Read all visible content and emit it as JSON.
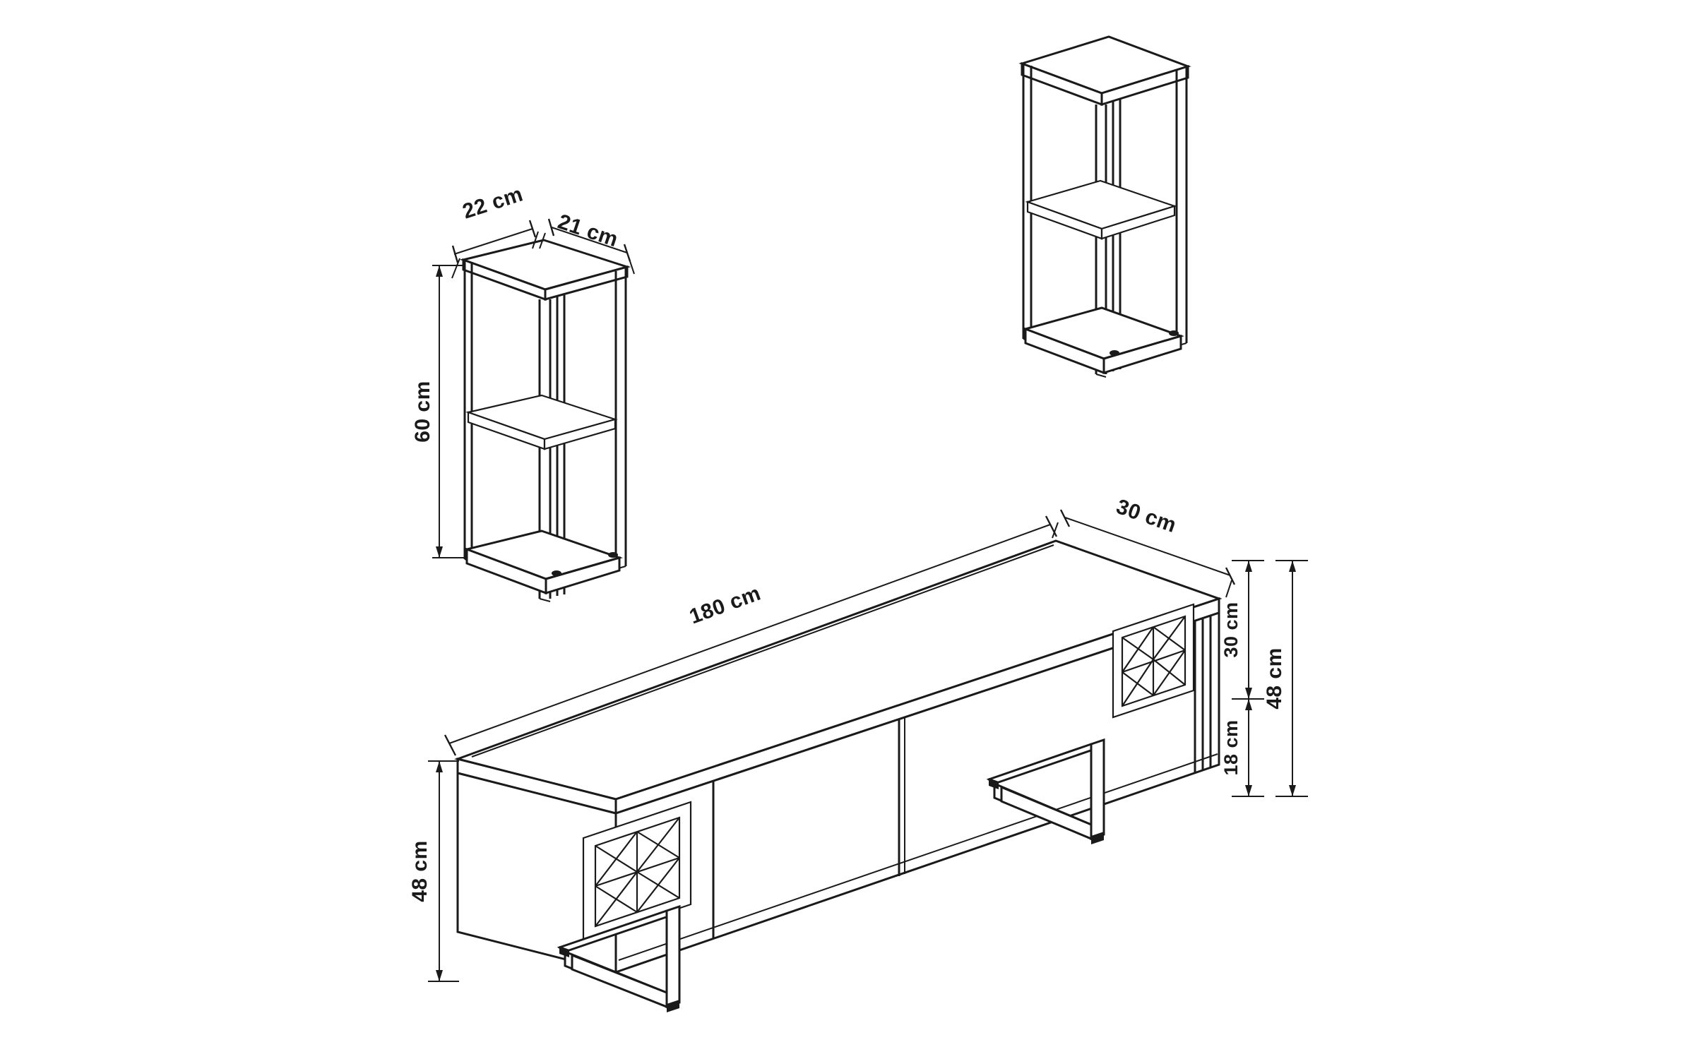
{
  "document": {
    "type": "technical-dimension-drawing",
    "subject": "TV stand set with two bookcase shelf units",
    "background_color": "#ffffff",
    "line_color": "#1a1a1a",
    "unit": "cm"
  },
  "shelf_unit_left": {
    "name": "bookcase-shelf-unit-left",
    "dimensions": {
      "width_label": "22 cm",
      "depth_label": "21 cm",
      "height_label": "60 cm"
    },
    "shelf_count": 3,
    "open_compartments": 2
  },
  "shelf_unit_right": {
    "name": "bookcase-shelf-unit-right",
    "dimensions": {},
    "shelf_count": 3,
    "open_compartments": 2,
    "note": "identical unit, undimensioned"
  },
  "tv_stand": {
    "name": "tv-stand-unit",
    "dimensions": {
      "length_label": "180 cm",
      "depth_label": "30 cm",
      "height_label": "48 cm",
      "height_label_right": "48 cm",
      "cabinet_body_label": "30 cm",
      "leg_clearance_label": "18 cm"
    },
    "doors": 3,
    "decorative_panels": 2,
    "decor_pattern": "diamond-lattice-2x2"
  },
  "labels": {
    "shelf_width": "22 cm",
    "shelf_depth": "21 cm",
    "shelf_height": "60 cm",
    "stand_length": "180 cm",
    "stand_depth": "30 cm",
    "stand_height_left": "48 cm",
    "stand_body_height": "30 cm",
    "stand_leg_height": "18 cm",
    "stand_height_total": "48 cm"
  }
}
